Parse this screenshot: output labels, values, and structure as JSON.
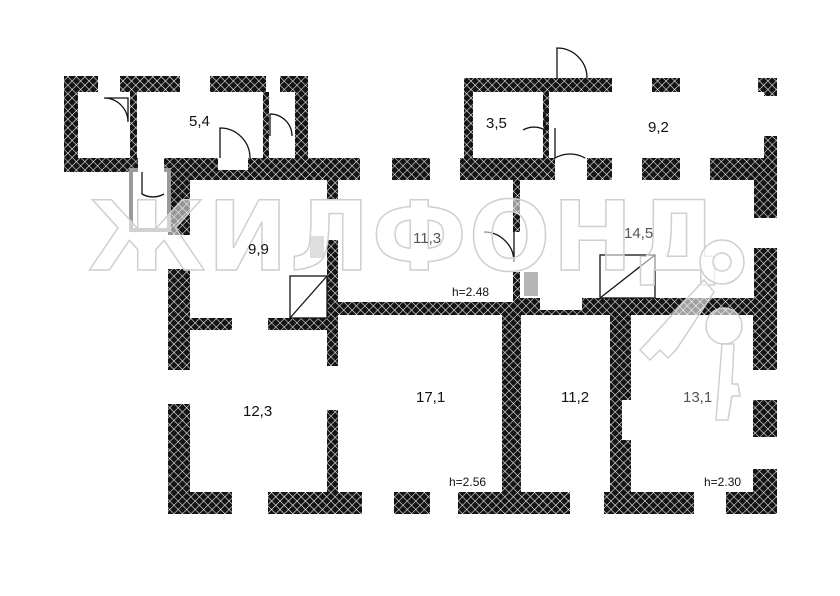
{
  "rooms": {
    "r_5_4": "5,4",
    "r_3_5": "3,5",
    "r_9_2": "9,2",
    "r_9_9": "9,9",
    "r_11_3": "11,3",
    "r_14_5": "14,5",
    "r_12_3": "12,3",
    "r_17_1": "17,1",
    "r_11_2": "11,2",
    "r_13_1": "13,1"
  },
  "ceiling_heights": {
    "h_upper": "h=2.48",
    "h_middle": "h=2.56",
    "h_right": "h=2.30"
  },
  "watermark": {
    "text": "ЖИЛФОНД",
    "logo_icon": "keys-icon"
  },
  "colors": {
    "wall_fill": "#111111",
    "wall_hatch": "#ffffff",
    "room_fill": "#ffffff",
    "stair_gray": "#b5b5b5"
  }
}
